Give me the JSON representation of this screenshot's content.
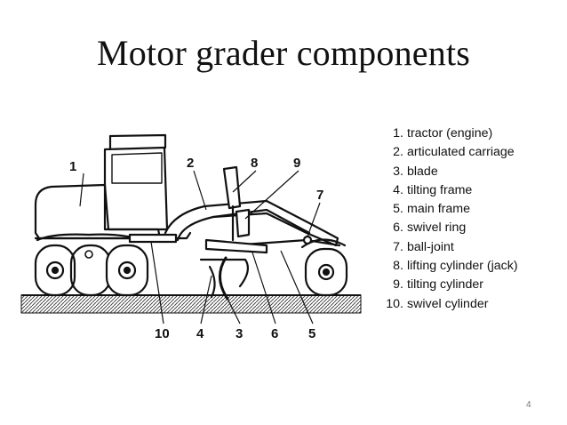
{
  "slide": {
    "title": "Motor grader components",
    "page_number": "4"
  },
  "legend": [
    {
      "num": "1.",
      "text": "tractor (engine)"
    },
    {
      "num": "2.",
      "text": "articulated carriage"
    },
    {
      "num": "3.",
      "text": "blade"
    },
    {
      "num": "4.",
      "text": "tilting frame"
    },
    {
      "num": "5.",
      "text": "main frame"
    },
    {
      "num": "6.",
      "text": "swivel ring"
    },
    {
      "num": "7.",
      "text": "ball-joint"
    },
    {
      "num": "8.",
      "text": "lifting cylinder (jack)"
    },
    {
      "num": "9.",
      "text": "tilting cylinder"
    },
    {
      "num": "10.",
      "text": "swivel cylinder"
    }
  ],
  "diagram_labels": {
    "top": [
      "1",
      "2",
      "8",
      "9",
      "7"
    ],
    "bottom": [
      "10",
      "4",
      "3",
      "6",
      "5"
    ]
  }
}
